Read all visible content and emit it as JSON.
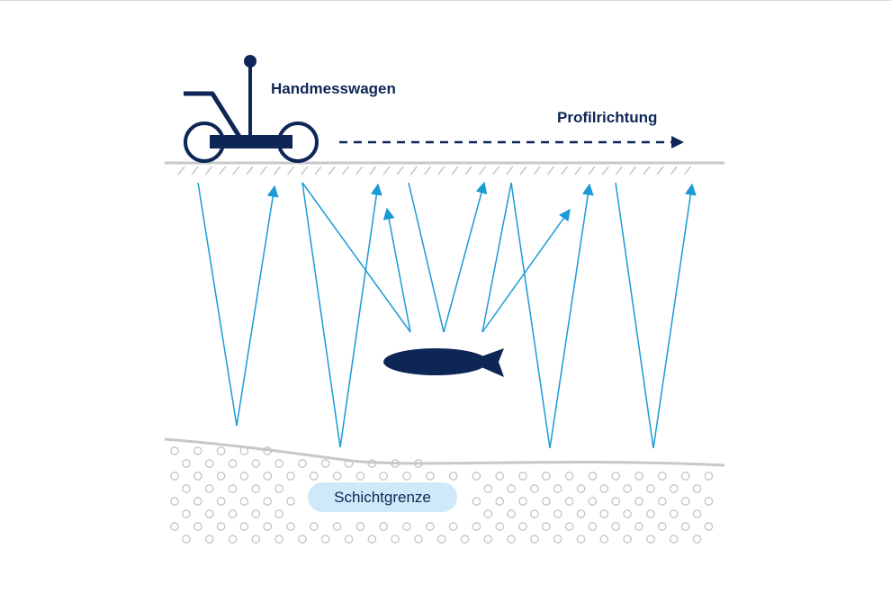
{
  "labels": {
    "cart": "Handmesswagen",
    "direction": "Profilrichtung",
    "layer": "Schichtgrenze"
  },
  "colors": {
    "navy": "#0e2656",
    "ray": "#1b9ad6",
    "ground": "#c8c8c8",
    "layer_fill": "#cfe9f8",
    "pebble": "#c4c4c4"
  },
  "icons": {
    "cart": "hand-cart-icon",
    "object": "buried-bomb-icon"
  }
}
